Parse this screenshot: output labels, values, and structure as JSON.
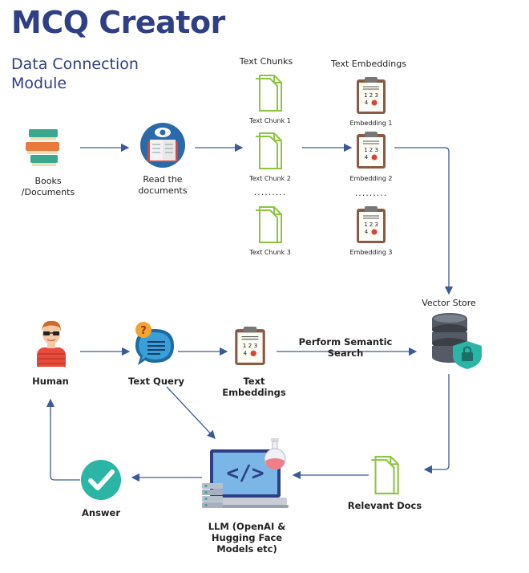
{
  "header": {
    "title": "MCQ Creator",
    "subtitle": "Data Connection\nModule"
  },
  "top_flow": {
    "books_label": "Books\n/Documents",
    "read_label": "Read the\ndocuments",
    "chunks_heading": "Text Chunks",
    "embeddings_heading": "Text Embeddings",
    "chunks": [
      "Text Chunk 1",
      "Text Chunk 2",
      "Text Chunk 3"
    ],
    "embeddings": [
      "Embedding 1",
      "Embedding 2",
      "Embedding 3"
    ],
    "ellipsis": "........."
  },
  "bottom_flow": {
    "vector_store": "Vector Store",
    "human": "Human",
    "text_query": "Text Query",
    "text_embeddings": "Text Embeddings",
    "semantic_search": "Perform Semantic Search",
    "relevant_docs": "Relevant Docs",
    "llm": "LLM (OpenAI &\nHugging Face\nModels etc)",
    "answer": "Answer"
  },
  "colors": {
    "title": "#2f3f85",
    "arrow": "#3a5b9a",
    "doc_green": "#8cc63f",
    "teal": "#2ab5a4"
  },
  "icons": [
    "books-icon",
    "reading-eye-icon",
    "document-icon",
    "clipboard-icon",
    "database-lock-icon",
    "person-icon",
    "chat-question-icon",
    "laptop-code-icon",
    "check-icon"
  ]
}
